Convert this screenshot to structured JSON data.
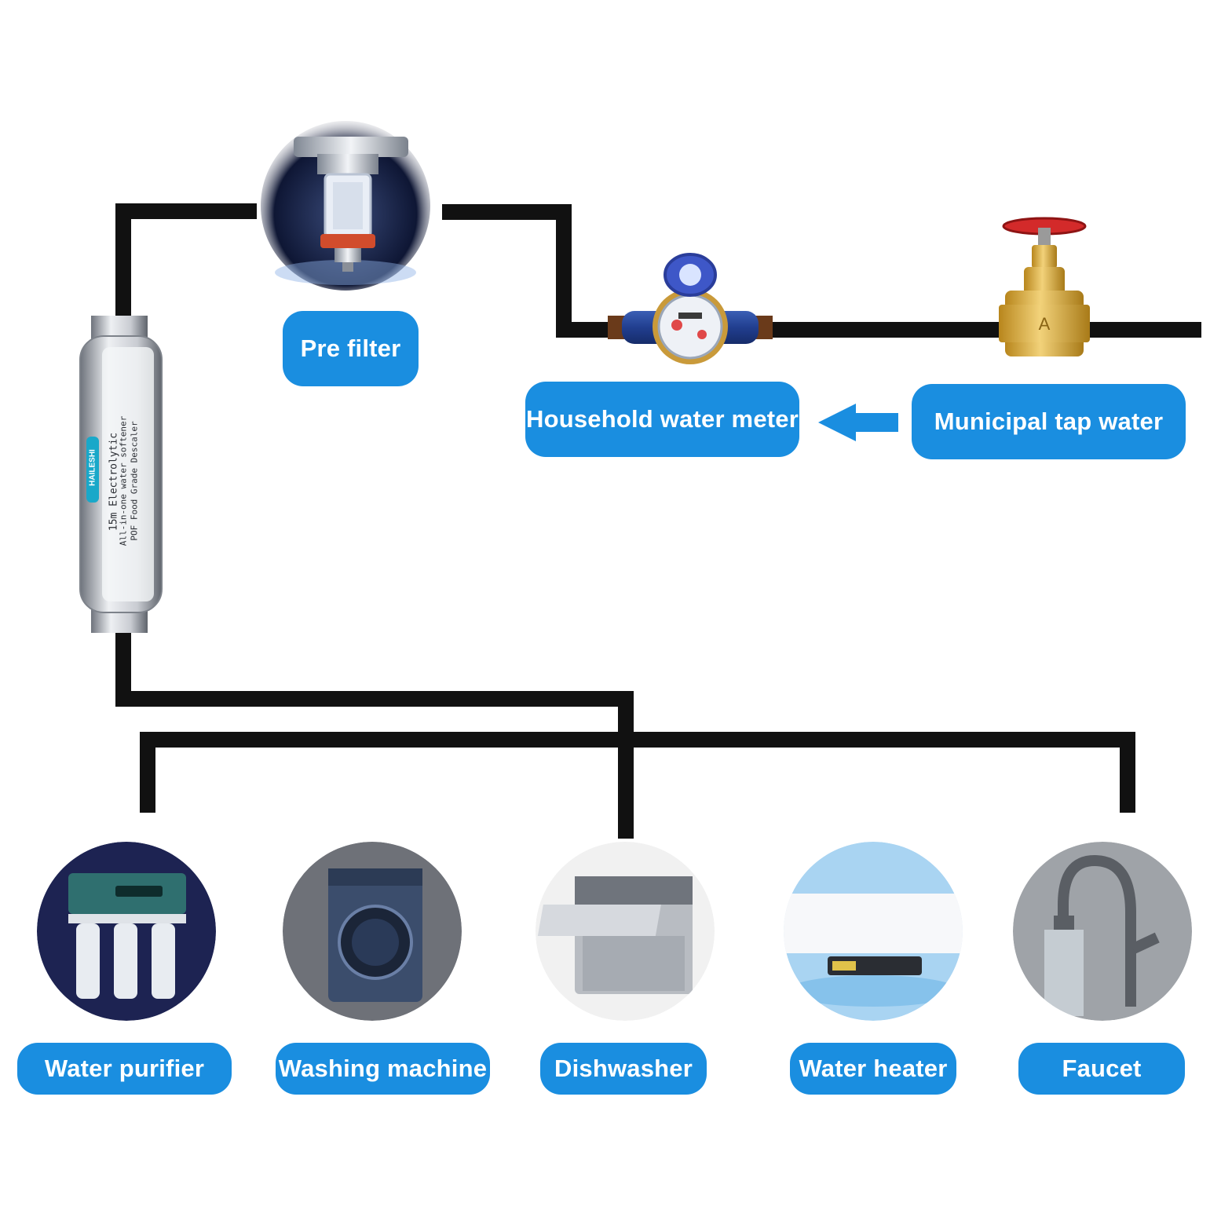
{
  "diagram": {
    "source": {
      "label": "Municipal tap water",
      "icon": "gate-valve-icon"
    },
    "meter": {
      "label": "Household water meter",
      "icon": "water-meter-icon"
    },
    "prefilter": {
      "label": "Pre filter",
      "icon": "pre-filter-icon"
    },
    "softener": {
      "icon": "electrolytic-softener-icon",
      "brand": "HAILESHI",
      "text_lines": [
        "15m Electrolytic",
        "All-in-one water softener",
        "POF Food Grade Descaler"
      ]
    },
    "flow_arrow": {
      "icon": "flow-arrow-left-icon",
      "color": "#1a8ee0"
    },
    "appliances": [
      {
        "label": "Water purifier",
        "icon": "water-purifier-icon"
      },
      {
        "label": "Washing machine",
        "icon": "washing-machine-icon"
      },
      {
        "label": "Dishwasher",
        "icon": "dishwasher-icon"
      },
      {
        "label": "Water heater",
        "icon": "water-heater-icon"
      },
      {
        "label": "Faucet",
        "icon": "faucet-icon"
      }
    ]
  },
  "colors": {
    "accent": "#1a8ee0",
    "pipe": "#111111",
    "background": "#ffffff"
  }
}
